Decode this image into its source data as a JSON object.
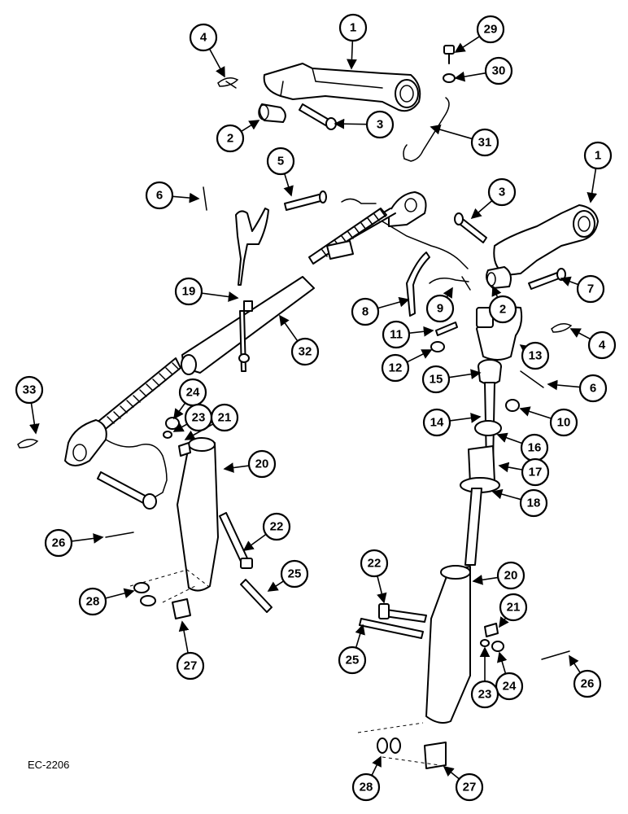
{
  "drawing_code": "EC-2206",
  "callouts": [
    "1",
    "29",
    "4",
    "30",
    "2",
    "3",
    "31",
    "1",
    "5",
    "3",
    "6",
    "7",
    "19",
    "9",
    "8",
    "2",
    "32",
    "11",
    "4",
    "13",
    "12",
    "15",
    "6",
    "33",
    "24",
    "14",
    "10",
    "23",
    "21",
    "16",
    "20",
    "17",
    "18",
    "26",
    "22",
    "25",
    "20",
    "22",
    "28",
    "21",
    "27",
    "25",
    "24",
    "23",
    "26",
    "28",
    "27"
  ]
}
